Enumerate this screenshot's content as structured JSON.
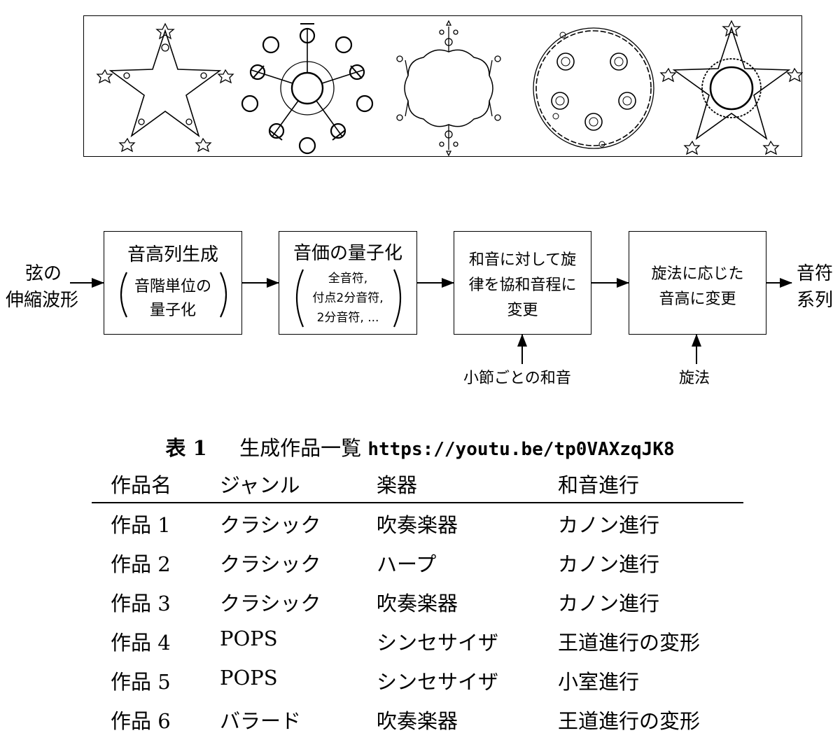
{
  "figure": {
    "fractal_count": 5
  },
  "flowchart": {
    "input_label_line1": "弦の",
    "input_label_line2": "伸縮波形",
    "boxes": [
      {
        "title": "音高列生成",
        "paren_lines": [
          "音階単位の",
          "量子化"
        ]
      },
      {
        "title": "音価の量子化",
        "paren_lines": [
          "全音符,",
          "付点2分音符,",
          "2分音符, ..."
        ]
      },
      {
        "lines": [
          "和音に対して旋",
          "律を協和音程に",
          "変更"
        ]
      },
      {
        "lines": [
          "旋法に応じた",
          "音高に変更"
        ]
      }
    ],
    "output_label_line1": "音符",
    "output_label_line2": "系列",
    "side_input_chord": "小節ごとの和音",
    "side_input_mode": "旋法"
  },
  "table": {
    "caption_label": "表 1",
    "caption_title": "生成作品一覧",
    "caption_url": "https://youtu.be/tp0VAXzqJK8",
    "headers": [
      "作品名",
      "ジャンル",
      "楽器",
      "和音進行"
    ],
    "rows": [
      [
        "作品 1",
        "クラシック",
        "吹奏楽器",
        "カノン進行"
      ],
      [
        "作品 2",
        "クラシック",
        "ハープ",
        "カノン進行"
      ],
      [
        "作品 3",
        "クラシック",
        "吹奏楽器",
        "カノン進行"
      ],
      [
        "作品 4",
        "POPS",
        "シンセサイザ",
        "王道進行の変形"
      ],
      [
        "作品 5",
        "POPS",
        "シンセサイザ",
        "小室進行"
      ],
      [
        "作品 6",
        "バラード",
        "吹奏楽器",
        "王道進行の変形"
      ]
    ]
  }
}
